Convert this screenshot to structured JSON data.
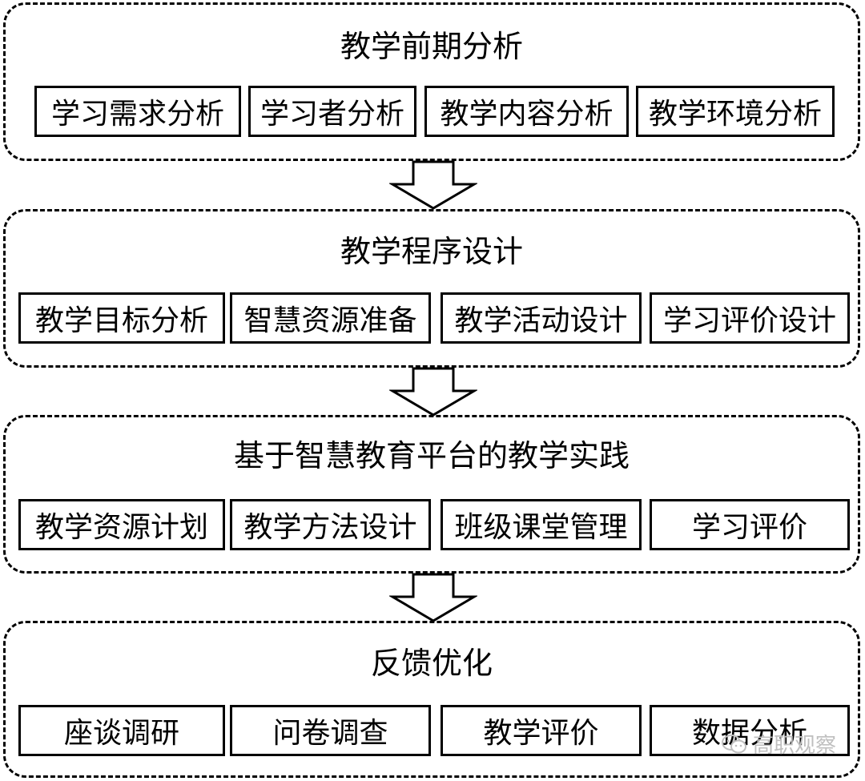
{
  "stages": [
    {
      "title": "教学前期分析",
      "items": [
        "学习需求分析",
        "学习者分析",
        "教学内容分析",
        "教学环境分析"
      ]
    },
    {
      "title": "教学程序设计",
      "items": [
        "教学目标分析",
        "智慧资源准备",
        "教学活动设计",
        "学习评价设计"
      ]
    },
    {
      "title": "基于智慧教育平台的教学实践",
      "items": [
        "教学资源计划",
        "教学方法设计",
        "班级课堂管理",
        "学习评价"
      ]
    },
    {
      "title": "反馈优化",
      "items": [
        "座谈调研",
        "问卷调查",
        "教学评价",
        "数据分析"
      ]
    }
  ],
  "watermark": {
    "text": "高职观察",
    "icon": "wechat-icon"
  }
}
